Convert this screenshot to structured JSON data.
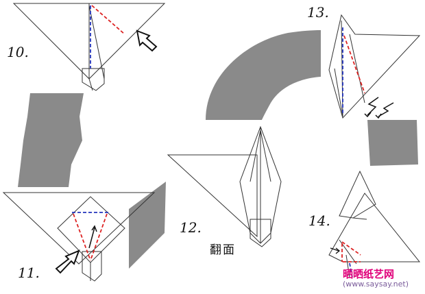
{
  "steps": [
    {
      "label": "10."
    },
    {
      "label": "11."
    },
    {
      "label": "12."
    },
    {
      "label": "13."
    },
    {
      "label": "14."
    }
  ],
  "step12_note": "翻面",
  "watermark": {
    "site_name": "晒晒纸艺网",
    "url": "(www.saysay.net)"
  },
  "colors": {
    "line": "#333333",
    "valley_fold": "#2233bb",
    "mountain_fold": "#dd2222",
    "shadow": "#8a8a8a",
    "watermark": "#e0007a"
  }
}
